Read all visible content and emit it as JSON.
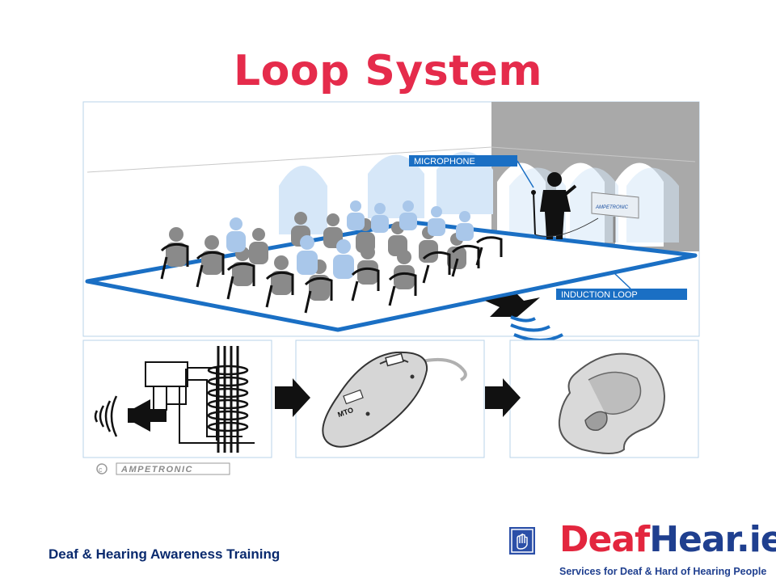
{
  "slide": {
    "title": "Loop System",
    "footer_text": "Deaf & Hearing Awareness Training"
  },
  "illustration": {
    "label_microphone": "MICROPHONE",
    "label_induction_loop": "INDUCTION LOOP",
    "amplifier_brand": "AMPETRONIC",
    "hearing_aid_label": "MTO",
    "copyright_brand": "AMPETRONIC"
  },
  "brand": {
    "name_part1": "Deaf",
    "name_part2": "Hear",
    "name_part3": ".ie",
    "tagline": "Services for Deaf & Hard of Hearing People"
  },
  "colors": {
    "title": "#e52b4b",
    "footer_text": "#0a2a6e",
    "loop_blue": "#1a6fc4",
    "label_bg": "#1a6fc4",
    "brand_red": "#e3263e",
    "brand_blue": "#1f3f8f",
    "person_grey": "#8a8a8a",
    "person_blue": "#a9c7ea"
  }
}
